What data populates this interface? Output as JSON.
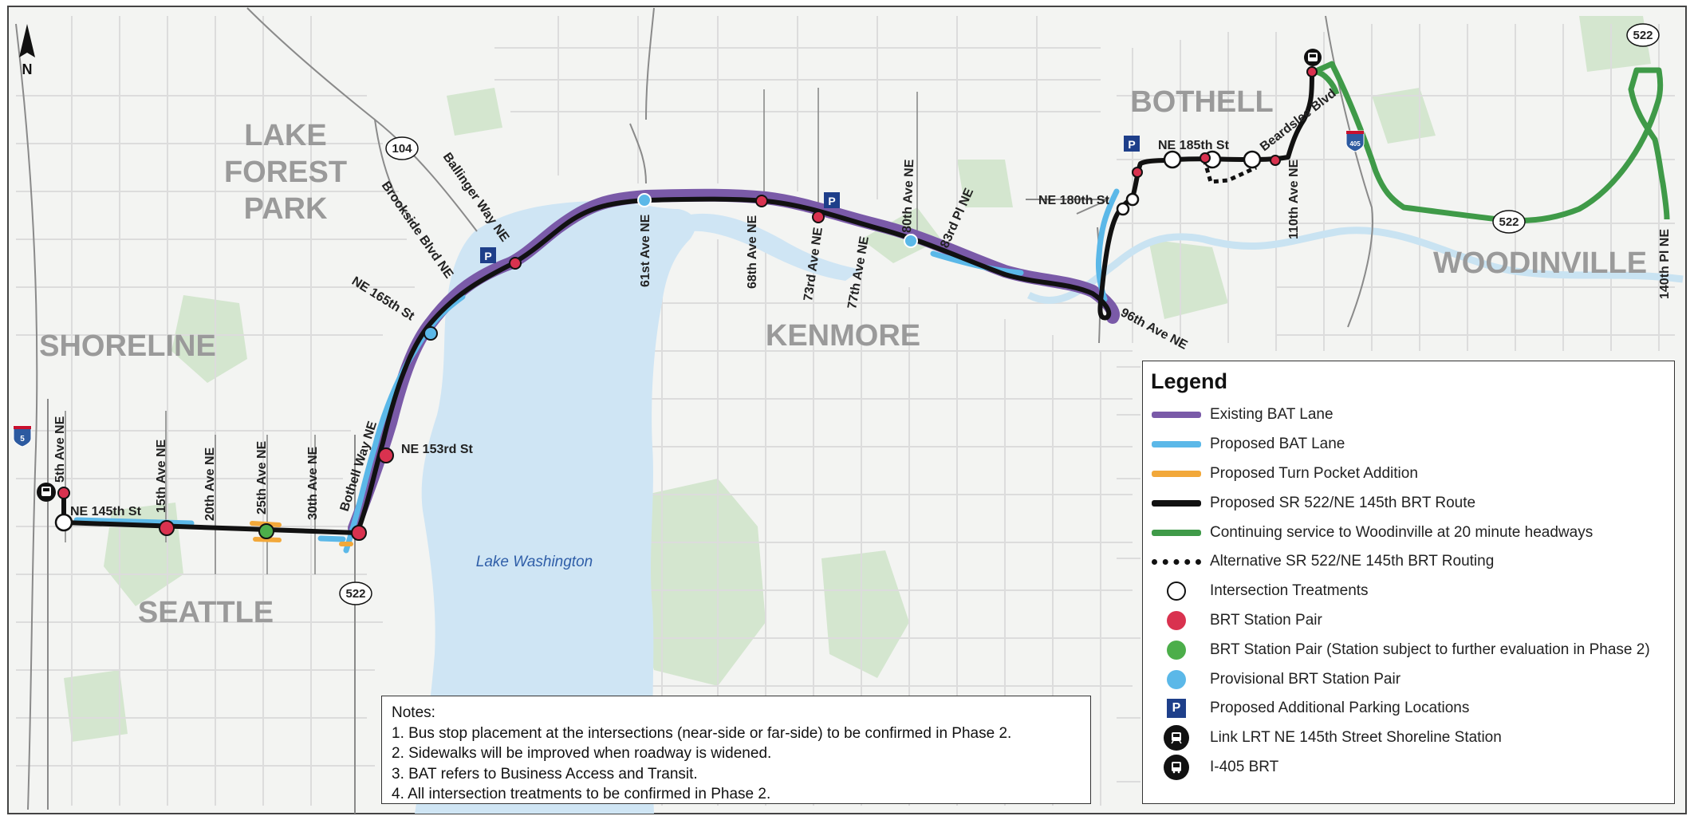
{
  "north_label": "N",
  "places": {
    "lake_forest_park": [
      "LAKE",
      "FOREST",
      "PARK"
    ],
    "shoreline": "SHORELINE",
    "seattle": "SEATTLE",
    "kenmore": "KENMORE",
    "bothell": "BOTHELL",
    "woodinville": "WOODINVILLE"
  },
  "water": {
    "lake_washington": "Lake Washington"
  },
  "streets": {
    "s5th": "5th Ave NE",
    "s15th": "15th Ave NE",
    "s20th": "20th Ave NE",
    "s25th": "25th Ave NE",
    "s30th": "30th Ave NE",
    "ne145": "NE 145th St",
    "bothell_way": "Bothell Way NE",
    "ne153": "NE 153rd St",
    "ne165": "NE 165th St",
    "brookside": "Brookside Blvd NE",
    "ballinger": "Ballinger Way NE",
    "s61st": "61st Ave NE",
    "s68th": "68th Ave NE",
    "s73rd": "73rd Ave NE",
    "s77th": "77th Ave NE",
    "s80th": "80th Ave NE",
    "s83rd": "83rd Pl NE",
    "s96th": "96th Ave NE",
    "ne180": "NE 180th St",
    "ne185": "NE 185th St",
    "beardslee": "Beardslee Blvd",
    "s110th": "110th Ave NE",
    "s140th": "140th Pl NE"
  },
  "shields": {
    "sr104": "104",
    "sr522_south": "522",
    "sr522_east": "522",
    "sr522_north": "522",
    "i5": "5",
    "i405": "405"
  },
  "parking_symbol": "P",
  "legend": {
    "title": "Legend",
    "items": [
      {
        "label": "Existing BAT Lane",
        "color": "#7a5aa8"
      },
      {
        "label": "Proposed BAT Lane",
        "color": "#5bb8e8"
      },
      {
        "label": "Proposed Turn Pocket Addition",
        "color": "#f2a83a"
      },
      {
        "label": "Proposed SR 522/NE 145th BRT Route",
        "color": "#111111"
      },
      {
        "label": "Continuing service to Woodinville at 20 minute headways",
        "color": "#3f9a48"
      },
      {
        "label": "Alternative SR 522/NE 145th BRT Routing",
        "color": "#111111"
      },
      {
        "label": "Intersection Treatments",
        "color": "#ffffff"
      },
      {
        "label": "BRT Station Pair",
        "color": "#d9324f"
      },
      {
        "label": "BRT Station Pair (Station subject to further evaluation in Phase 2)",
        "color": "#4cae4a"
      },
      {
        "label": "Provisional BRT Station Pair",
        "color": "#5bb8e8"
      },
      {
        "label": "Proposed Additional Parking Locations",
        "color": "#1e3f8a"
      },
      {
        "label": "Link LRT NE 145th Street Shoreline Station",
        "color": "#111111"
      },
      {
        "label": "I-405 BRT",
        "color": "#111111"
      }
    ]
  },
  "notes": {
    "title": "Notes:",
    "lines": [
      "1. Bus stop placement at the intersections (near-side or far-side) to be confirmed in Phase 2.",
      "2. Sidewalks will be improved when roadway is widened.",
      "3. BAT refers to Business Access and Transit.",
      "4. All intersection treatments to be confirmed in Phase 2."
    ]
  }
}
